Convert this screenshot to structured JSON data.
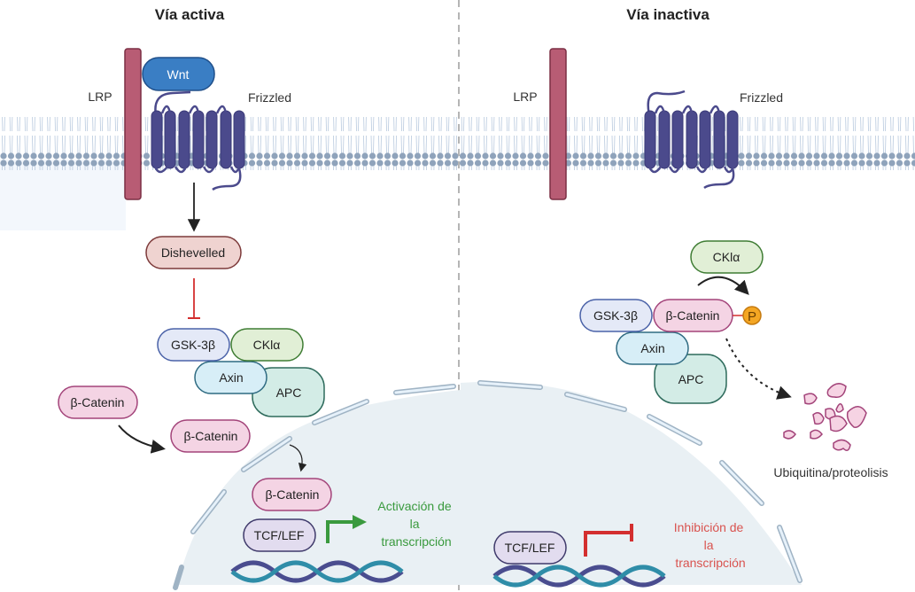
{
  "panels": {
    "active": {
      "title": "Vía activa",
      "lrp_label": "LRP",
      "frizzled_label": "Frizzled",
      "wnt_label": "Wnt",
      "dishevelled_label": "Dishevelled",
      "gsk_label": "GSK-3β",
      "ckla_label": "CKlα",
      "axin_label": "Axin",
      "apc_label": "APC",
      "bcatenin_cyto_label": "β-Catenin",
      "bcatenin_mid_label": "β-Catenin",
      "bcatenin_nuc_label": "β-Catenin",
      "tcf_label": "TCF/LEF",
      "outcome_lines": [
        "Activación de",
        "la",
        "transcripción"
      ]
    },
    "inactive": {
      "title": "Vía inactiva",
      "lrp_label": "LRP",
      "frizzled_label": "Frizzled",
      "ckla_label": "CKlα",
      "gsk_label": "GSK-3β",
      "bcatenin_label": "β-Catenin",
      "phospho_label": "P",
      "axin_label": "Axin",
      "apc_label": "APC",
      "degradation_label": "Ubiquitina/proteolisis",
      "tcf_label": "TCF/LEF",
      "outcome_lines": [
        "Inhibición de",
        "la",
        "transcripción"
      ]
    }
  },
  "colors": {
    "activation": "#3a9a3e",
    "inhibition": "#d9534f",
    "inhibit_bar": "#d32f2f",
    "frizzled": "#4b4a8c",
    "lrp": "#b85c74",
    "wnt": "#3a7ec4",
    "membrane_head": "#8fa3bb",
    "nucleus_fill": "#e9f0f4",
    "phosphate": "#f4a623"
  }
}
